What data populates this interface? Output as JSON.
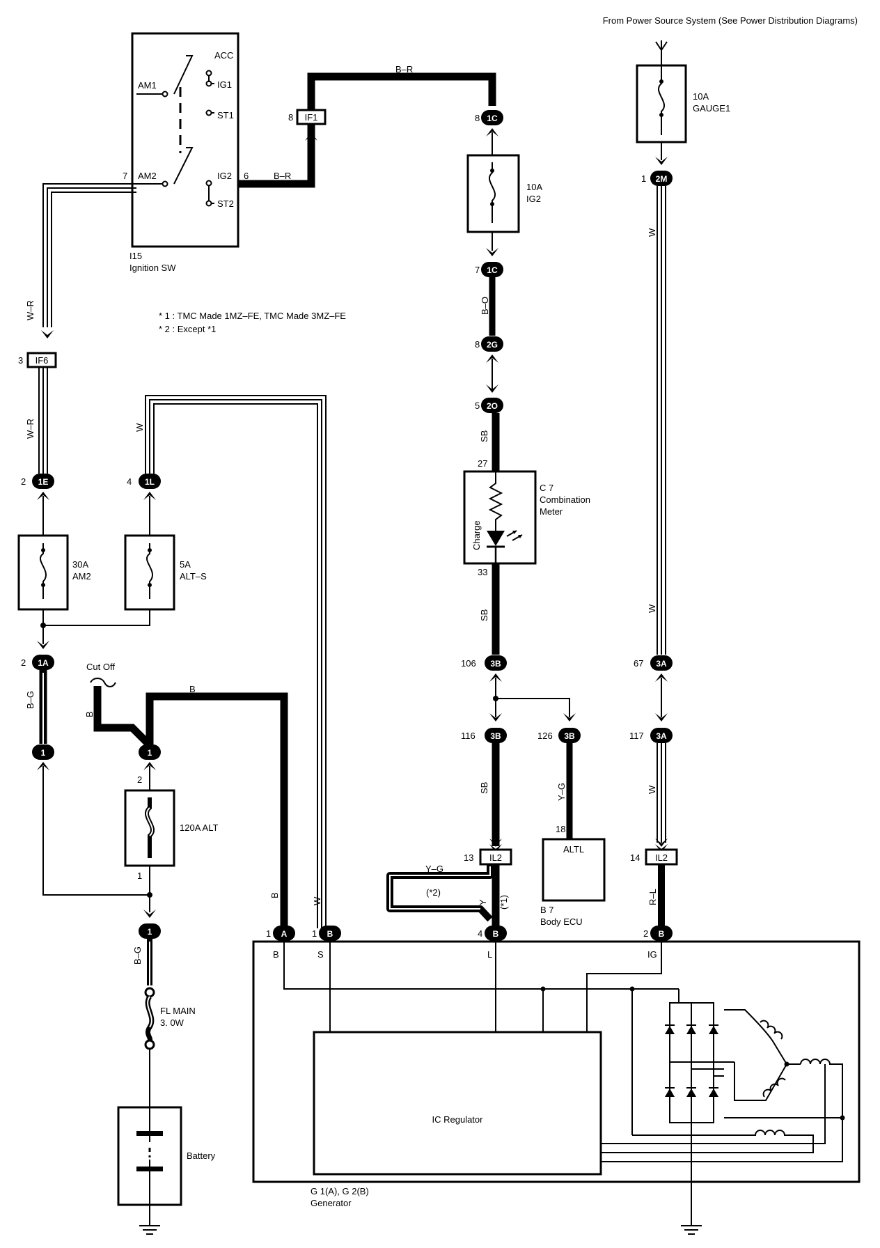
{
  "header": "From Power Source System (See Power Distribution Diagrams)",
  "notes": [
    "* 1 : TMC Made 1MZ–FE,  TMC Made 3MZ–FE",
    "* 2 : Except *1"
  ],
  "ignition": {
    "id": "I15",
    "name": "Ignition SW",
    "terms": [
      "ACC",
      "AM1",
      "IG1",
      "ST1",
      "AM2",
      "IG2",
      "ST2"
    ],
    "pin_am2": "7",
    "pin_ig2": "6"
  },
  "fuses": {
    "gauge1": [
      "10A",
      "GAUGE1"
    ],
    "ig2": [
      "10A",
      "IG2"
    ],
    "am2": [
      "30A",
      "AM2"
    ],
    "alts": [
      "5A",
      "ALT–S"
    ],
    "alt": "120A ALT",
    "flmain": [
      "FL MAIN",
      "3. 0W"
    ]
  },
  "connectors": {
    "if1": [
      "8",
      "IF1"
    ],
    "c1c_top": [
      "8",
      "1C"
    ],
    "c1c_bot": [
      "7",
      "1C"
    ],
    "c2g": [
      "8",
      "2G"
    ],
    "c2o": [
      "5",
      "2O"
    ],
    "c2m": [
      "1",
      "2M"
    ],
    "if6": [
      "3",
      "IF6"
    ],
    "c1e": [
      "2",
      "1E"
    ],
    "c1l": [
      "4",
      "1L"
    ],
    "c1a": [
      "2",
      "1A"
    ],
    "c3b_106": [
      "106",
      "3B"
    ],
    "c3a_67": [
      "67",
      "3A"
    ],
    "c3b_116": [
      "116",
      "3B"
    ],
    "c3b_126": [
      "126",
      "3B"
    ],
    "c3a_117": [
      "117",
      "3A"
    ],
    "il2_13": [
      "13",
      "IL2"
    ],
    "il2_14": [
      "14",
      "IL2"
    ],
    "one": "1",
    "two": "2"
  },
  "wires": {
    "br": "B–R",
    "wr": "W–R",
    "w": "W",
    "bo": "B–O",
    "sb": "SB",
    "bg": "B–G",
    "b": "B",
    "yg": "Y–G",
    "y": "Y",
    "rl": "R–L",
    "star1": "(*1)",
    "star2": "(*2)"
  },
  "meter": {
    "id": "C 7",
    "name1": "Combination",
    "name2": "Meter",
    "charge": "Charge",
    "pin_top": "27",
    "pin_bot": "33"
  },
  "ecu": {
    "id": "B 7",
    "name": "Body ECU",
    "box": "ALTL",
    "pin": "18"
  },
  "cutoff": "Cut Off",
  "battery": "Battery",
  "generator": {
    "id": "G 1(A), G 2(B)",
    "name": "Generator",
    "regulator": "IC Regulator",
    "pins": [
      {
        "n": "1",
        "c": "A",
        "t": "B"
      },
      {
        "n": "1",
        "c": "B",
        "t": "S"
      },
      {
        "n": "4",
        "c": "B",
        "t": "L"
      },
      {
        "n": "2",
        "c": "B",
        "t": "IG"
      }
    ]
  }
}
